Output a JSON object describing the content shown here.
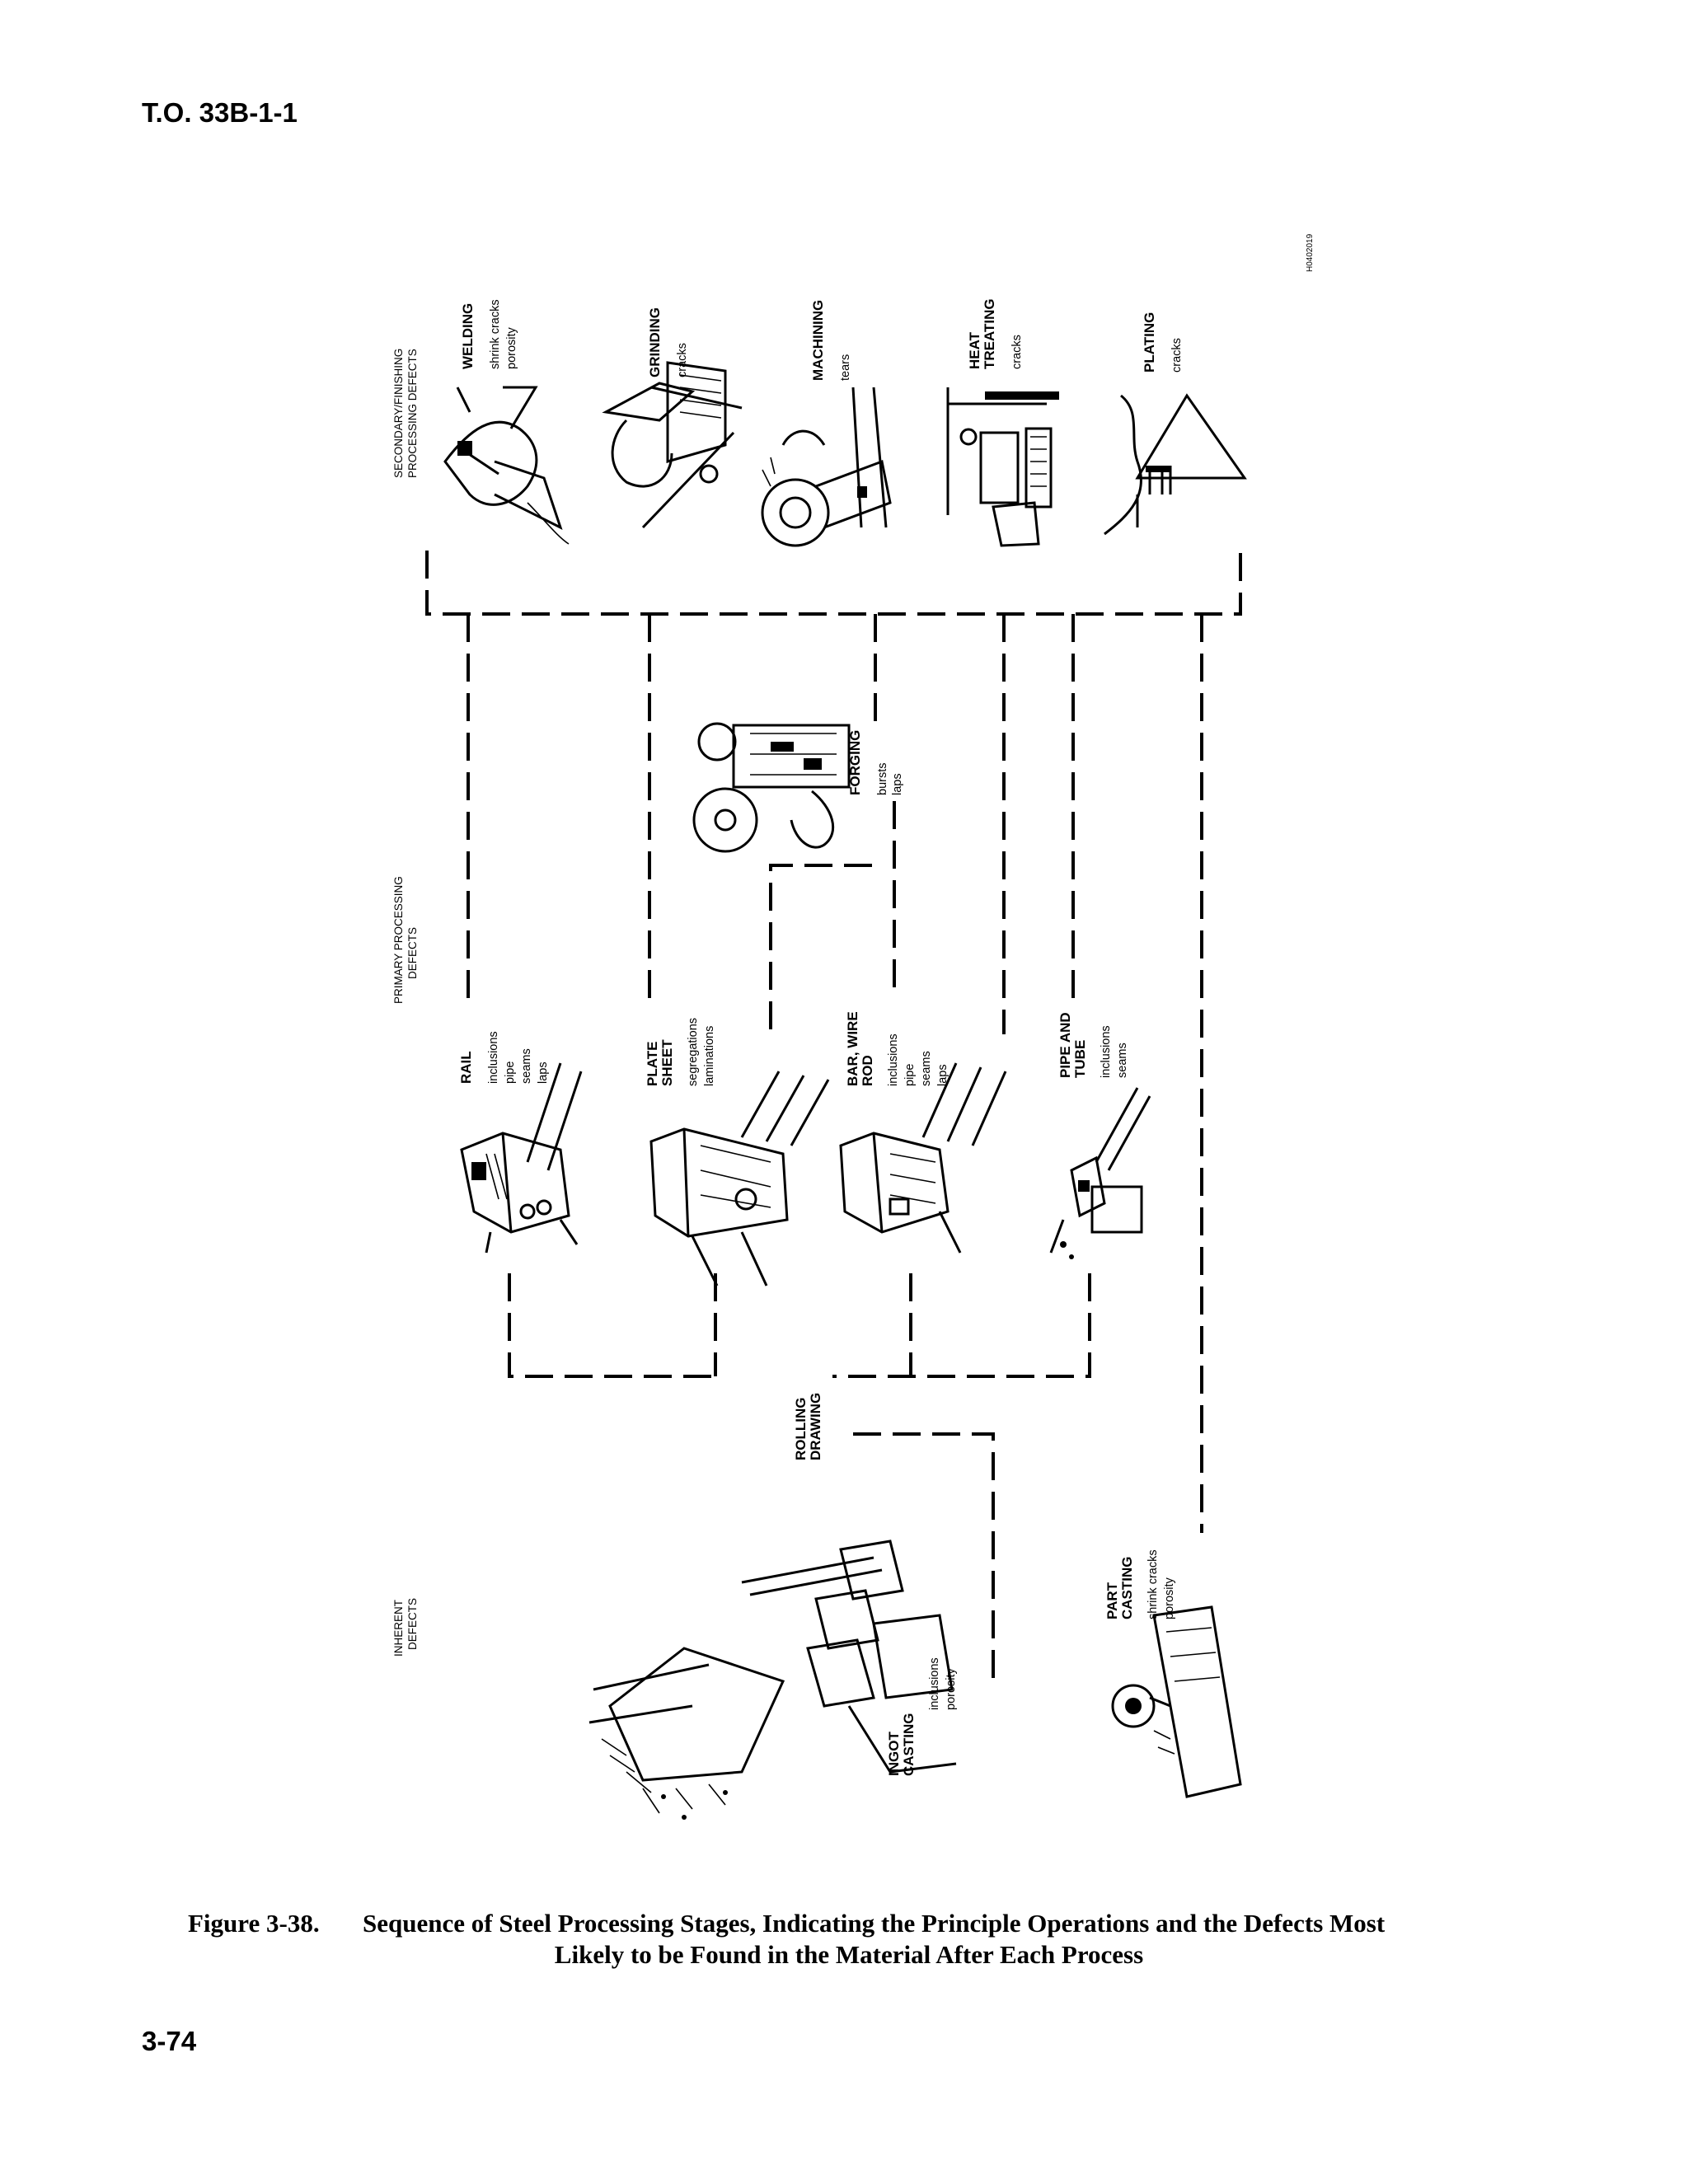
{
  "header": {
    "doc_id": "T.O. 33B-1-1",
    "page_number": "3-74"
  },
  "image_code": "H0402019",
  "sections": {
    "secondary": [
      "SECONDARY/FINISHING",
      "PROCESSING DEFECTS"
    ],
    "primary": [
      "PRIMARY PROCESSING",
      "DEFECTS"
    ],
    "inherent": [
      "INHERENT",
      "DEFECTS"
    ]
  },
  "secondary_processes": [
    {
      "name": [
        "WELDING"
      ],
      "defects": [
        "shrink cracks",
        "porosity"
      ]
    },
    {
      "name": [
        "GRINDING"
      ],
      "defects": [
        "cracks"
      ]
    },
    {
      "name": [
        "MACHINING"
      ],
      "defects": [
        "tears"
      ]
    },
    {
      "name": [
        "HEAT",
        "TREATING"
      ],
      "defects": [
        "cracks"
      ]
    },
    {
      "name": [
        "PLATING"
      ],
      "defects": [
        "cracks"
      ]
    }
  ],
  "forging": {
    "name": [
      "FORGING"
    ],
    "defects": [
      "bursts",
      "laps"
    ]
  },
  "primary_processes": [
    {
      "name": [
        "RAIL"
      ],
      "defects": [
        "inclusions",
        "pipe",
        "seams",
        "laps"
      ]
    },
    {
      "name": [
        "PLATE",
        "SHEET"
      ],
      "defects": [
        "segregations",
        "laminations"
      ]
    },
    {
      "name": [
        "BAR, WIRE",
        "ROD"
      ],
      "defects": [
        "inclusions",
        "pipe",
        "seams",
        "laps"
      ]
    },
    {
      "name": [
        "PIPE AND",
        "TUBE"
      ],
      "defects": [
        "inclusions",
        "seams"
      ]
    }
  ],
  "rolling": {
    "name": [
      "ROLLING",
      "DRAWING"
    ]
  },
  "inherent_processes": [
    {
      "name": [
        "INGOT",
        "CASTING"
      ],
      "defects": [
        "inclusions",
        "porosity"
      ]
    },
    {
      "name": [
        "PART",
        "CASTING"
      ],
      "defects": [
        "shrink cracks",
        "porosity"
      ]
    }
  ],
  "figure": {
    "number": "Figure 3-38.",
    "title_line1": "Sequence of Steel Processing Stages, Indicating the Principle Operations and the Defects Most",
    "title_line2": "Likely to be Found in the Material After Each Process"
  }
}
